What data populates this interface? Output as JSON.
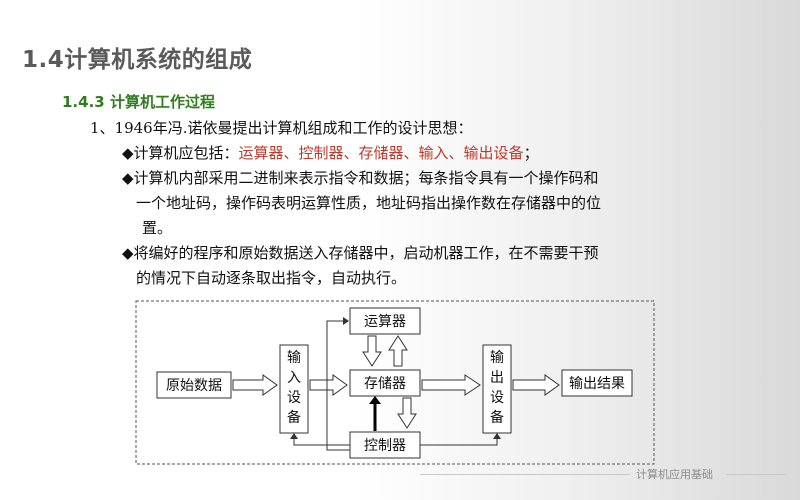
{
  "slide": {
    "title": "1.4计算机系统的组成",
    "subtitle_num": "1.4.3",
    "subtitle_text": "计算机工作过程",
    "line1": "1、1946年冯.诺依曼提出计算机组成和工作的设计思想：",
    "bullet1_prefix": "◆计算机应包括：",
    "bullet1_red": "运算器、控制器、存储器、输入、输出设备",
    "bullet1_suffix": "；",
    "bullet2_l1": "◆计算机内部采用二进制来表示指令和数据；每条指令具有一个操作码和",
    "bullet2_l2": "一个地址码，操作码表明运算性质，地址码指出操作数在存储器中的位",
    "bullet2_l3": "置。",
    "bullet3_l1": "◆将编好的程序和原始数据送入存储器中，启动机器工作，在不需要干预",
    "bullet3_l2": "的情况下自动逐条取出指令，自动执行。"
  },
  "diagram": {
    "source": "原始数据",
    "input": [
      "输",
      "入",
      "设",
      "备"
    ],
    "alu": "运算器",
    "memory": "存储器",
    "control": "控制器",
    "output": [
      "输",
      "出",
      "设",
      "备"
    ],
    "result": "输出结果"
  },
  "footer": "计算机应用基础",
  "colors": {
    "title": "#5a5a5a",
    "subtitle": "#2e7d1e",
    "highlight": "#c0392b"
  }
}
